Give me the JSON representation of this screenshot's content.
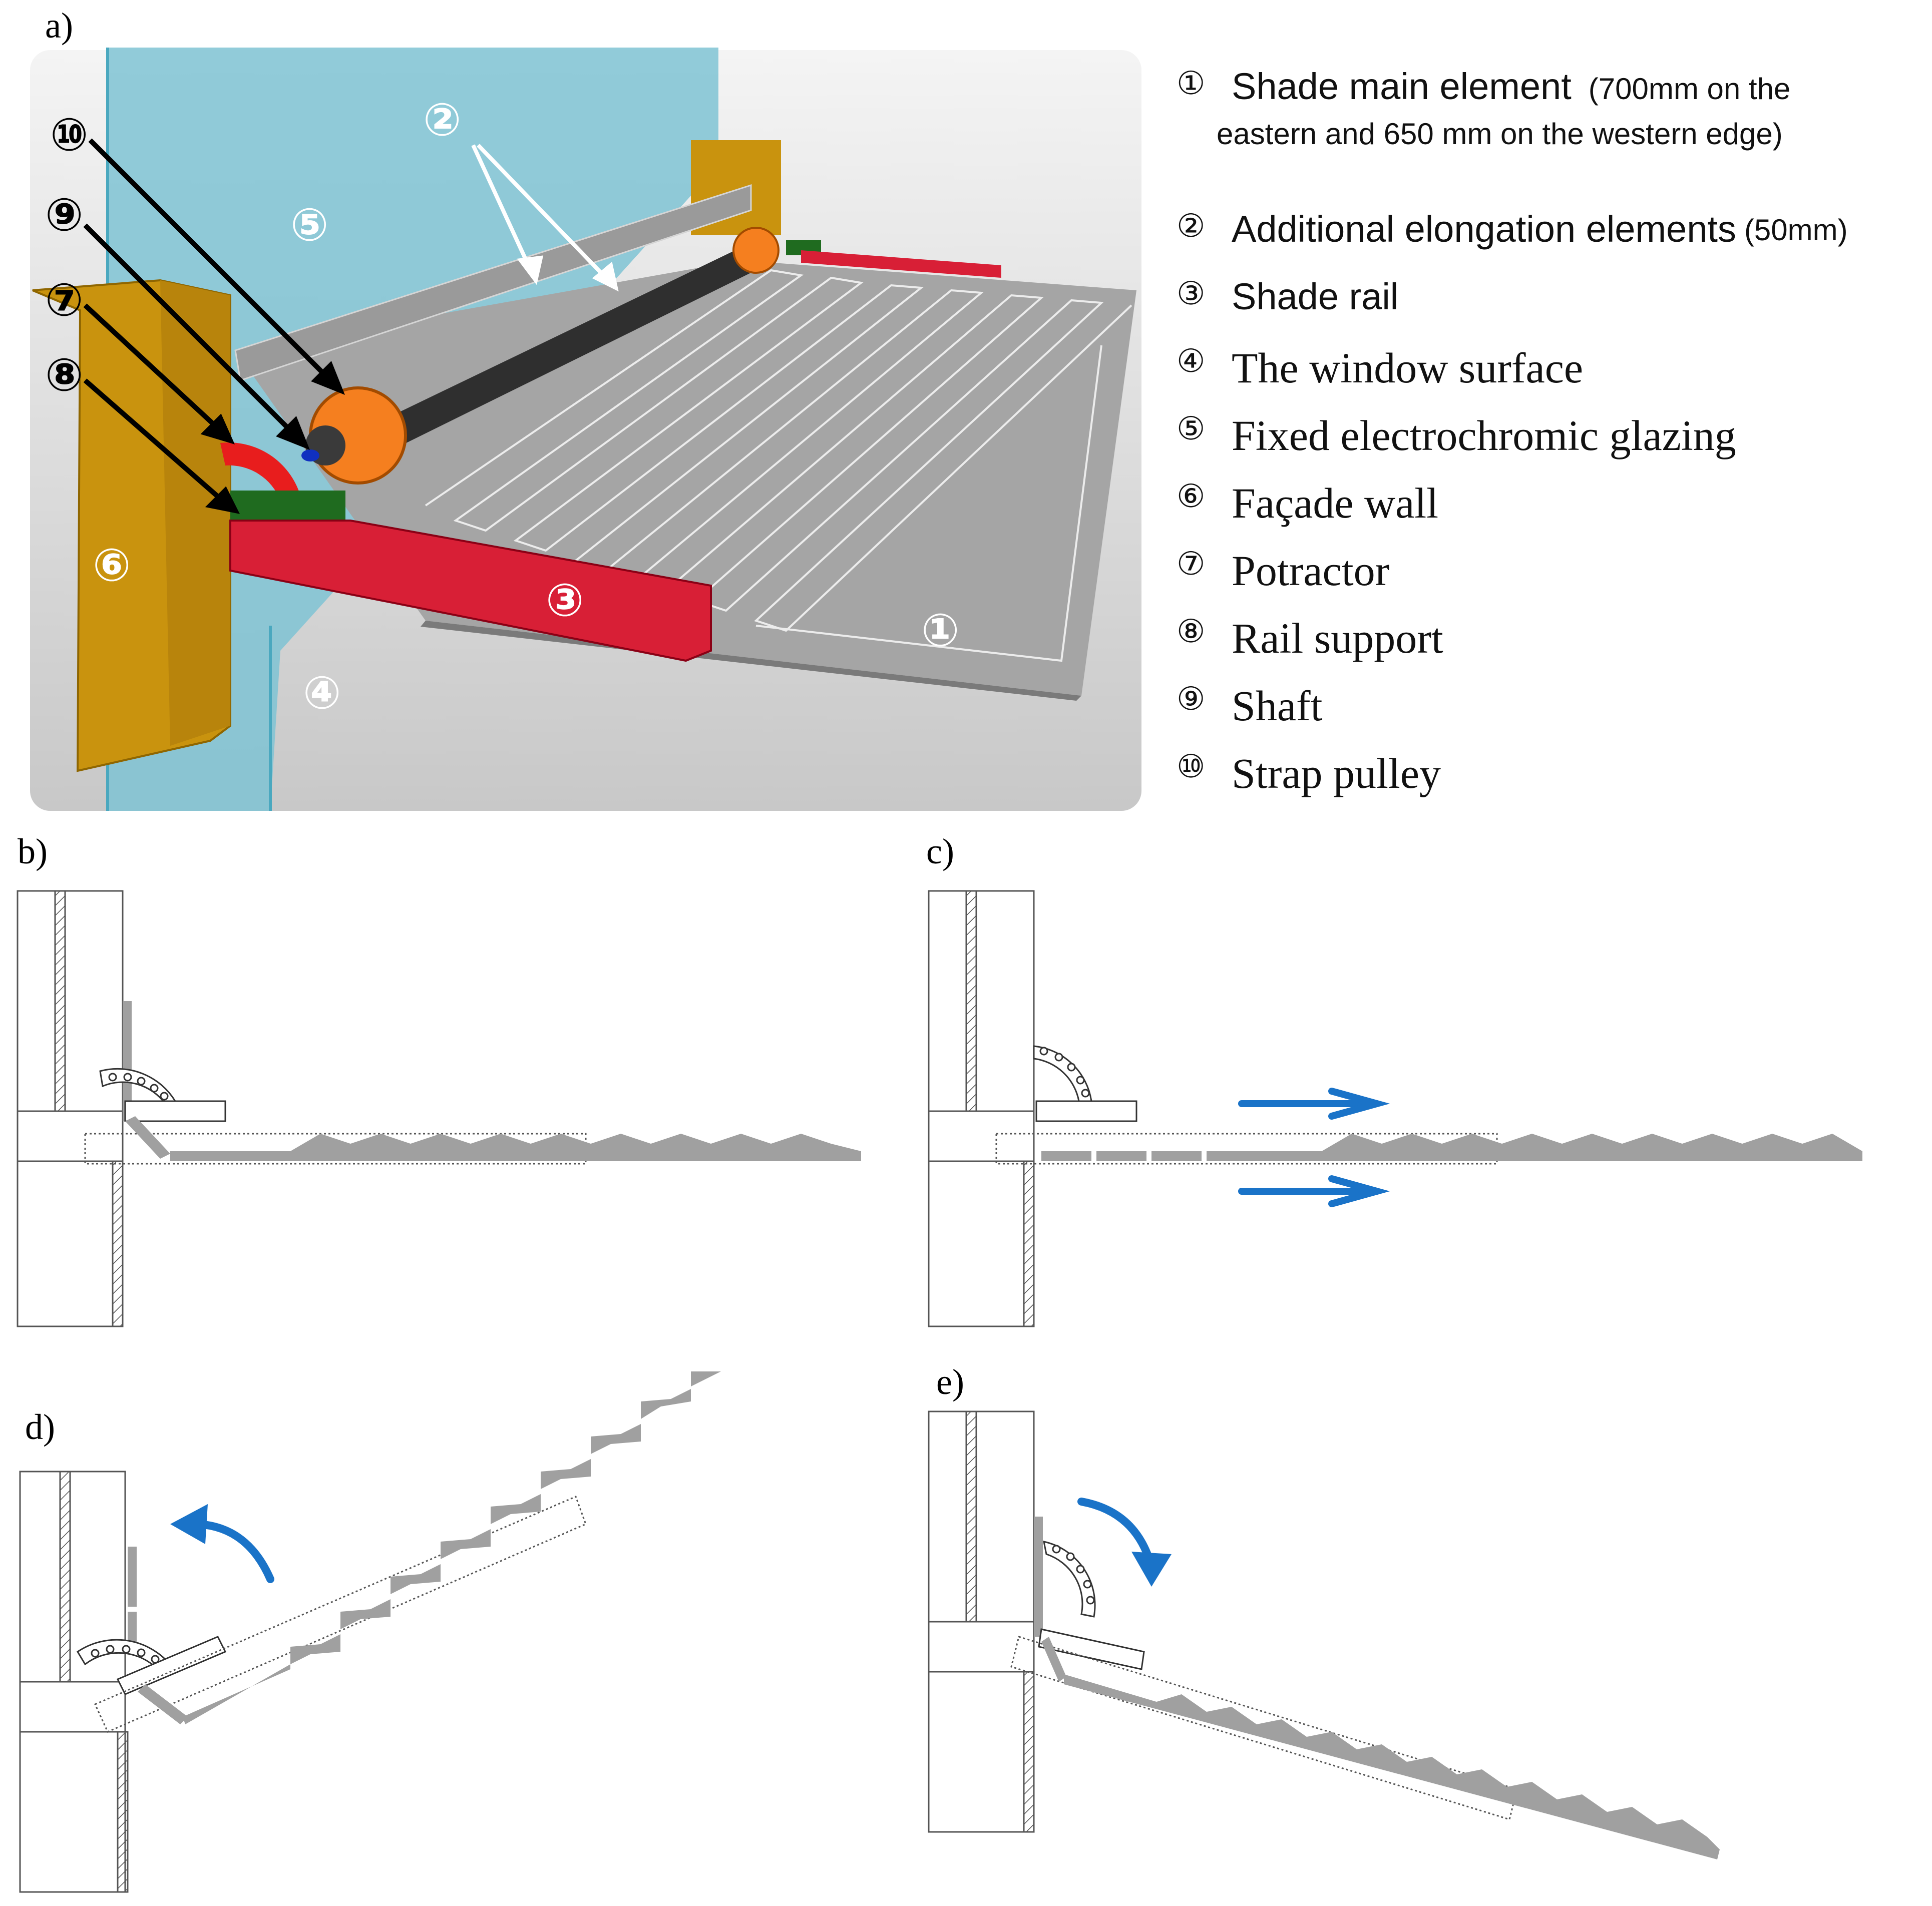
{
  "panels": {
    "a": "a)",
    "b": "b)",
    "c": "c)",
    "d": "d)",
    "e": "e)"
  },
  "callouts": {
    "n1": "①",
    "n2": "②",
    "n3": "③",
    "n4": "④",
    "n5": "⑤",
    "n6": "⑥",
    "n7": "⑦",
    "n8": "⑧",
    "n9": "⑨",
    "n10": "⑩"
  },
  "legend": [
    {
      "num": "①",
      "text": "Shade  main  element",
      "note": "(700mm  on  the",
      "note2": "eastern and 650 mm on the western edge)"
    },
    {
      "num": "②",
      "text": "Additional elongation elements",
      "note": "(50mm)"
    },
    {
      "num": "③",
      "text": "Shade rail"
    },
    {
      "num": "④",
      "text": "The window surface"
    },
    {
      "num": "⑤",
      "text": "Fixed electrochromic glazing"
    },
    {
      "num": "⑥",
      "text": "Façade wall"
    },
    {
      "num": "⑦",
      "text": "Potractor"
    },
    {
      "num": "⑧",
      "text": "Rail support"
    },
    {
      "num": "⑨",
      "text": "Shaft"
    },
    {
      "num": "⑩",
      "text": "Strap pulley"
    }
  ],
  "colors": {
    "glass": "#7fc3d3",
    "wall": "#c9930e",
    "rail": "#d81f36",
    "support": "#1f6b1f",
    "pulley": "#f57f1f",
    "shaft": "#2f2f2f",
    "shade": "#9e9e9e",
    "arrow_blue": "#1a73c8"
  }
}
